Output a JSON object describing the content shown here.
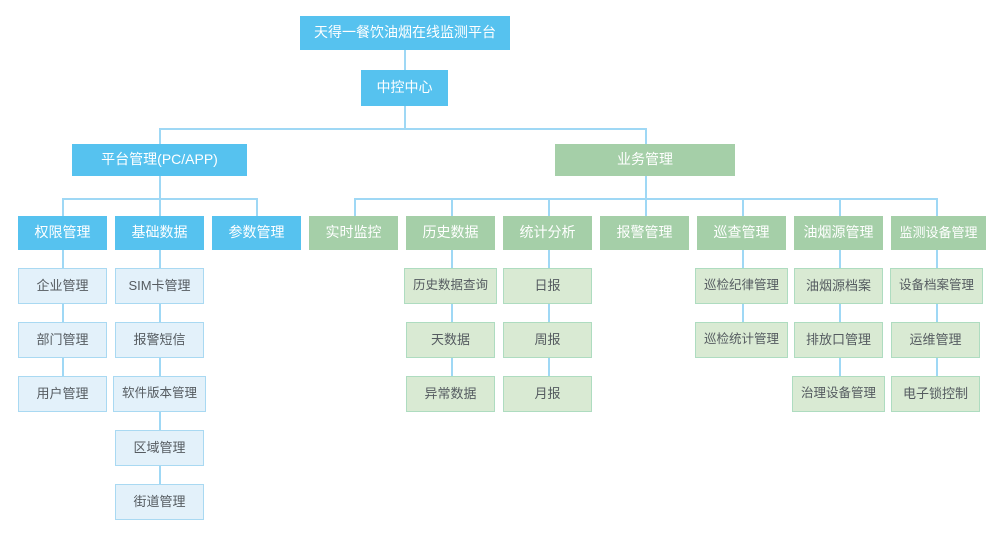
{
  "diagram": {
    "title": "天得一餐饮油烟在线监测平台",
    "type": "organization-chart",
    "colors": {
      "blue_header": "#56c2ef",
      "green_header": "#a5cfa8",
      "blue_leaf_fill": "#e3f1fa",
      "blue_leaf_border": "#a9d9f2",
      "green_leaf_fill": "#d9ead3",
      "green_leaf_border": "#aedcc0",
      "connector": "#9fd8f5",
      "header_text": "#ffffff",
      "leaf_text": "#555b60"
    }
  },
  "nodes": {
    "root": "天得一餐饮油烟在线监测平台",
    "center": "中控中心",
    "branch_left": "平台管理(PC/APP)",
    "branch_right": "业务管理",
    "col_permission": "权限管理",
    "col_basedata": "基础数据",
    "col_params": "参数管理",
    "col_realtime": "实时监控",
    "col_history": "历史数据",
    "col_stats": "统计分析",
    "col_alarm": "报警管理",
    "col_patrol": "巡查管理",
    "col_source": "油烟源管理",
    "col_device": "监测设备管理",
    "permission_1": "企业管理",
    "permission_2": "部门管理",
    "permission_3": "用户管理",
    "basedata_1": "SIM卡管理",
    "basedata_2": "报警短信",
    "basedata_3": "软件版本管理",
    "basedata_4": "区域管理",
    "basedata_5": "街道管理",
    "history_1": "历史数据查询",
    "history_2": "天数据",
    "history_3": "异常数据",
    "stats_1": "日报",
    "stats_2": "周报",
    "stats_3": "月报",
    "patrol_1": "巡检纪律管理",
    "patrol_2": "巡检统计管理",
    "source_1": "油烟源档案",
    "source_2": "排放口管理",
    "source_3": "治理设备管理",
    "device_1": "设备档案管理",
    "device_2": "运维管理",
    "device_3": "电子锁控制"
  }
}
